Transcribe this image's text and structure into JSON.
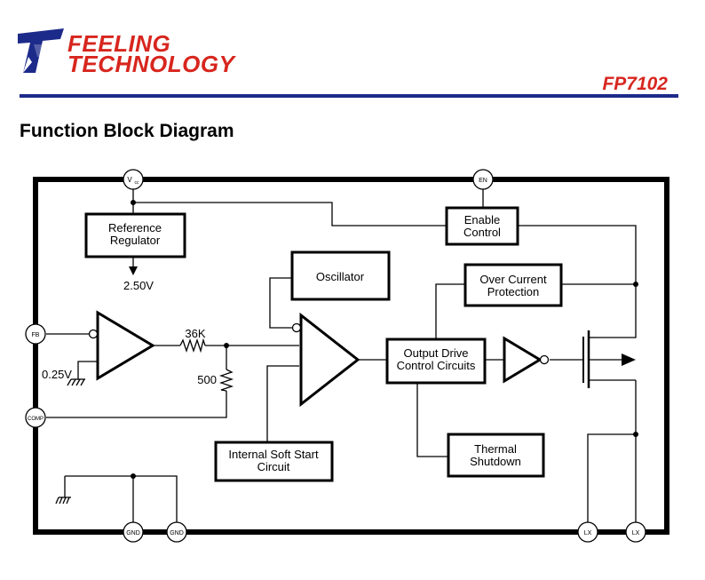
{
  "header": {
    "brand_line1": "FEELING",
    "brand_line2": "TECHNOLOGY",
    "part_number": "FP7102",
    "logo_icon": "feeling-technology-logo-icon",
    "brand_color": "#d7261e",
    "rule_color": "#1c2a8a"
  },
  "section": {
    "title": "Function Block Diagram"
  },
  "diagram": {
    "blocks": {
      "reference_regulator": [
        "Reference",
        "Regulator"
      ],
      "enable_control": [
        "Enable",
        "Control"
      ],
      "oscillator": [
        "Oscillator"
      ],
      "over_current_protection": [
        "Over Current",
        "Protection"
      ],
      "output_drive_control": [
        "Output Drive",
        "Control Circuits"
      ],
      "internal_soft_start": [
        "Internal Soft Start",
        "Circuit"
      ],
      "thermal_shutdown": [
        "Thermal",
        "Shutdown"
      ]
    },
    "pins": {
      "vcc": "Vcc",
      "vcc_main": "V",
      "vcc_sub": "cc",
      "en": "EN",
      "fb": "FB",
      "comp": "COMP",
      "gnd1": "GND",
      "gnd2": "GND",
      "lx1": "LX",
      "lx2": "LX"
    },
    "labels": {
      "vref_out": "2.50V",
      "fb_ref": "0.25V",
      "r_top": "36K",
      "r_bottom": "500"
    }
  }
}
